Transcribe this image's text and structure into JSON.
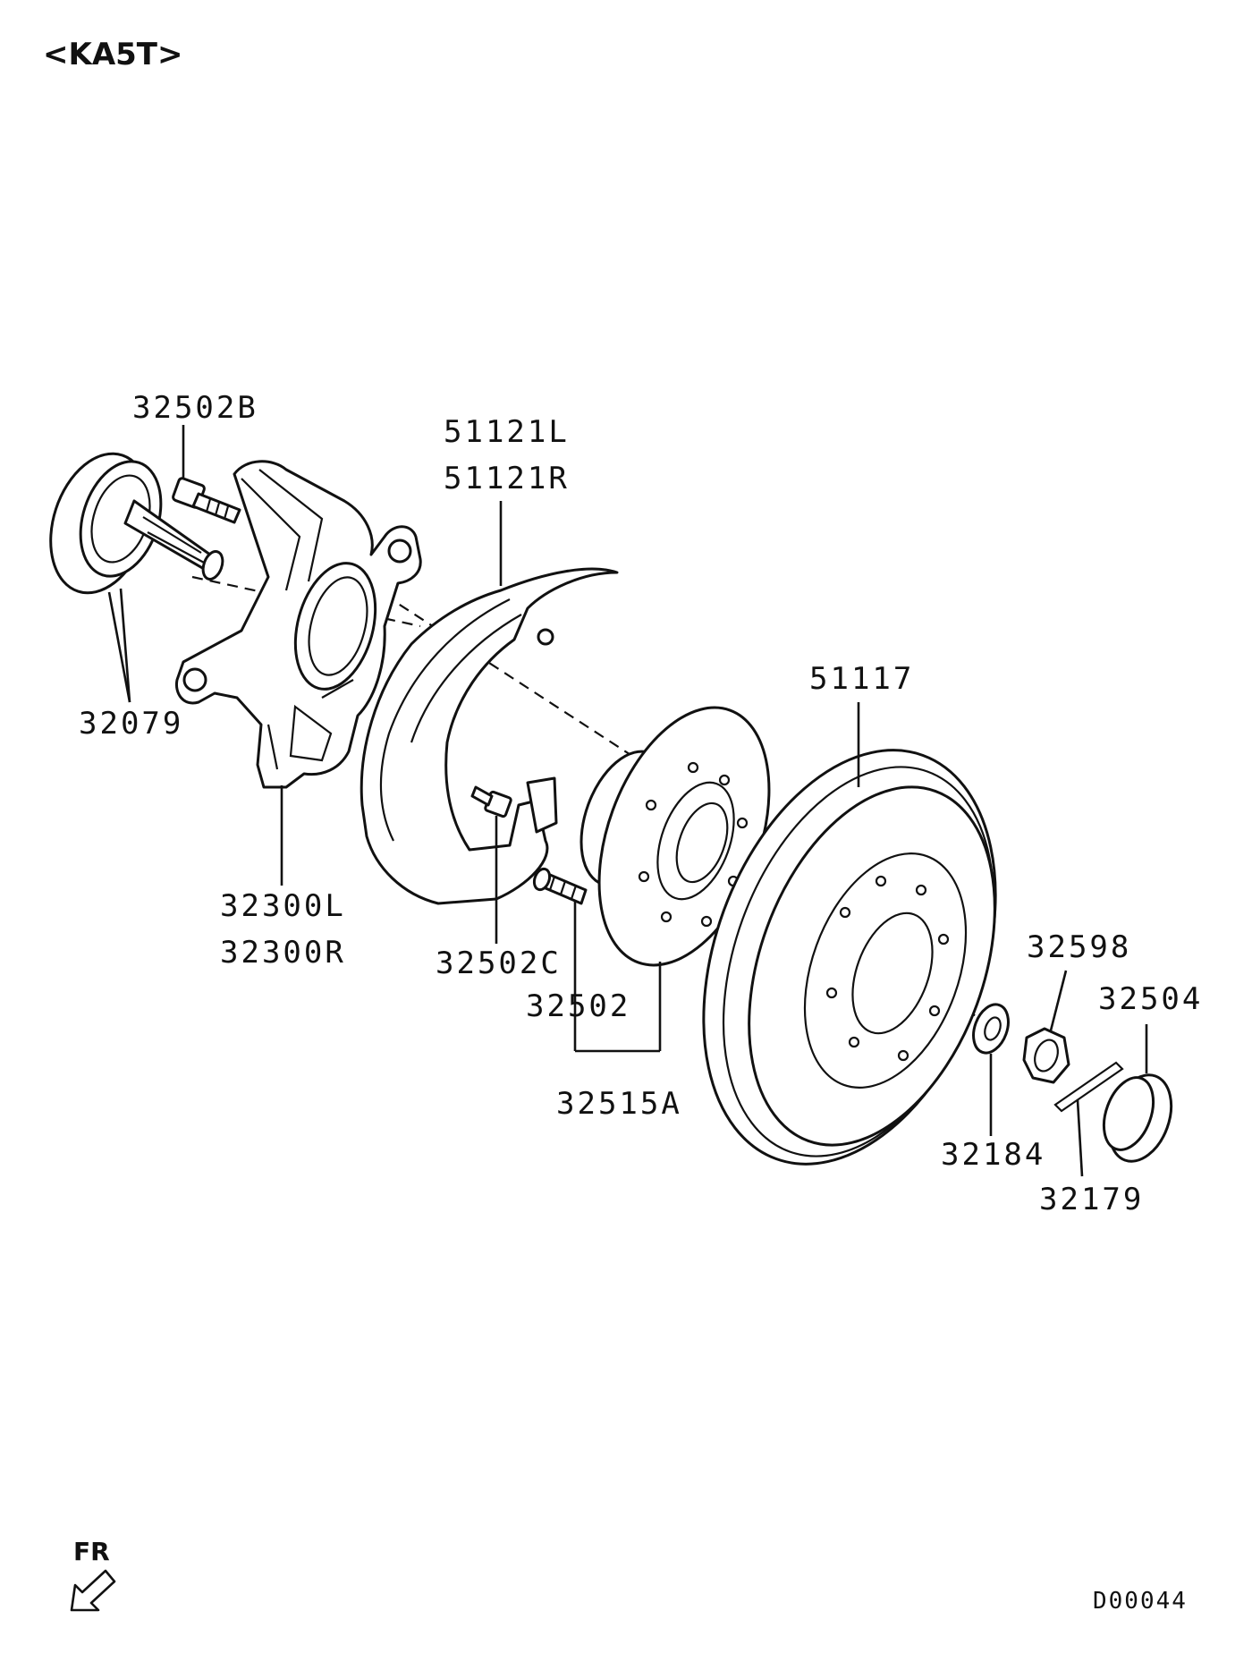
{
  "header": {
    "model_code": "<KA5T>"
  },
  "callouts": {
    "c32502B": "32502B",
    "c51121L": "51121L",
    "c51121R": "51121R",
    "c32079": "32079",
    "c51117": "51117",
    "c32300L": "32300L",
    "c32300R": "32300R",
    "c32502C": "32502C",
    "c32598": "32598",
    "c32504": "32504",
    "c32502": "32502",
    "c32515A": "32515A",
    "c32184": "32184",
    "c32179": "32179"
  },
  "footer": {
    "direction_label": "FR",
    "diagram_code": "D00044"
  },
  "icons": {
    "direction": "front-arrow-icon"
  }
}
